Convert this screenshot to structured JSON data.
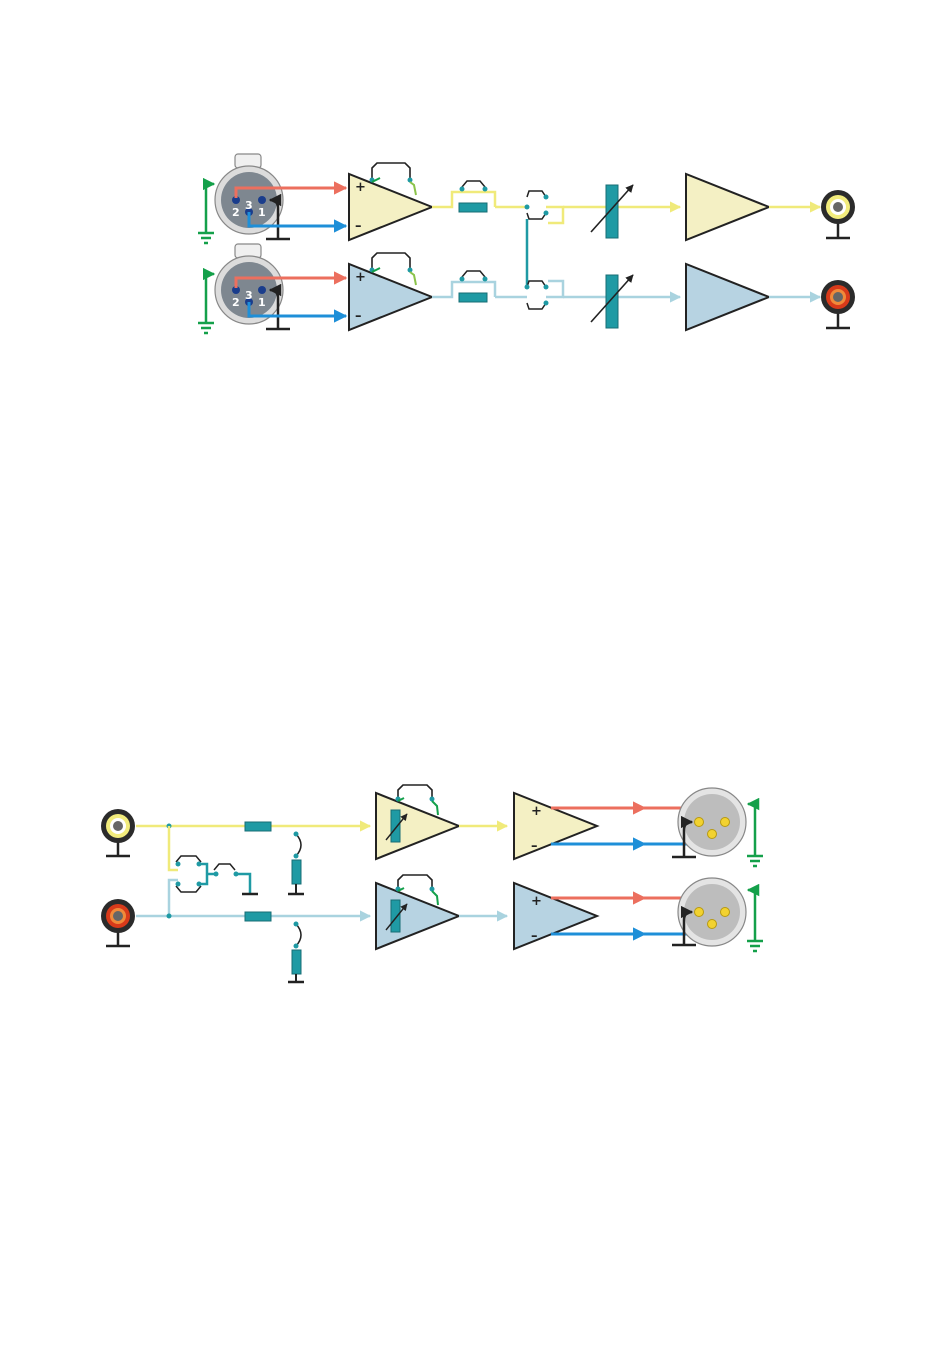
{
  "colors": {
    "left_channel": "#f0ea7a",
    "right_channel": "#a9d3df",
    "hot_signal": "#ec6f5e",
    "cold_signal": "#1e8fd8",
    "ground": "#14a04a",
    "component_teal": "#1f9aa4",
    "amp_fill_left": "#f4f0c4",
    "amp_fill_right": "#b7d3e2",
    "outline": "#222222",
    "xlr_body": "#7e8790",
    "xlr_pin": "#1a3d8c",
    "xlr_out_body": "#c4c4c4",
    "xlr_out_pin": "#f2d230",
    "rca_left_ring": "#f2ec7c",
    "rca_right_ring": "#d83a1a"
  },
  "labels": {
    "plus": "+",
    "minus": "–",
    "xlr_pin_1": "1",
    "xlr_pin_2": "2",
    "xlr_pin_3": "3"
  },
  "icons": {
    "xlr_female": "xlr-female-input-icon",
    "xlr_male": "xlr-male-output-icon",
    "rca": "rca-jack-icon",
    "ground": "ground-icon",
    "chassis": "chassis-ground-icon"
  }
}
